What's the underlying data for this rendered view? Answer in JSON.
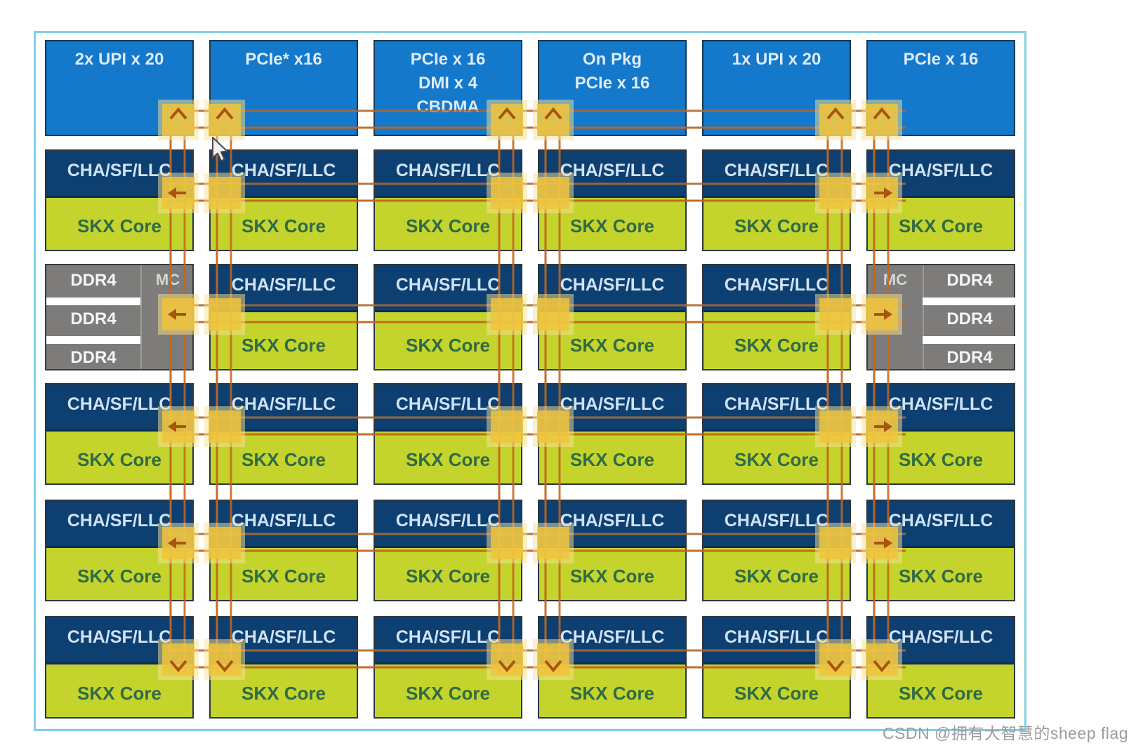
{
  "diagram": {
    "grid": {
      "columns": 6,
      "rows": 6
    },
    "io_tiles": [
      {
        "lines": [
          "2x UPI x 20"
        ]
      },
      {
        "lines": [
          "PCIe* x16"
        ]
      },
      {
        "lines": [
          "PCIe x 16",
          "DMI x 4",
          "CBDMA"
        ]
      },
      {
        "lines": [
          "On Pkg",
          "PCIe x 16"
        ]
      },
      {
        "lines": [
          "1x UPI x 20"
        ]
      },
      {
        "lines": [
          "PCIe x 16"
        ]
      }
    ],
    "core_tile": {
      "cha_label": "CHA/SF/LLC",
      "core_label": "SKX Core"
    },
    "memory_left": {
      "mc_label": "MC",
      "modules": [
        "DDR4",
        "DDR4",
        "DDR4"
      ],
      "mc_side": "right"
    },
    "memory_right": {
      "mc_label": "MC",
      "modules": [
        "DDR4",
        "DDR4",
        "DDR4"
      ],
      "mc_side": "left"
    },
    "mesh": {
      "top_row_arrow": "up",
      "bottom_row_arrow": "down",
      "left_column_arrow": "left",
      "right_column_arrow": "right"
    }
  },
  "colors": {
    "io_blue": "#1478cb",
    "cha_navy": "#0e3f71",
    "core_green": "#c4d42d",
    "core_text_green": "#2f6b45",
    "memory_gray": "#7d7c7a",
    "mesh_orange": "#c2661c",
    "mesh_shadow_line": "#a96a33",
    "router_gold": "#eec43c",
    "panel_border_cyan": "#7fd0e8"
  },
  "icons": {
    "cursor": "arrow-pointer"
  },
  "watermark": "CSDN @拥有大智慧的sheep flag"
}
